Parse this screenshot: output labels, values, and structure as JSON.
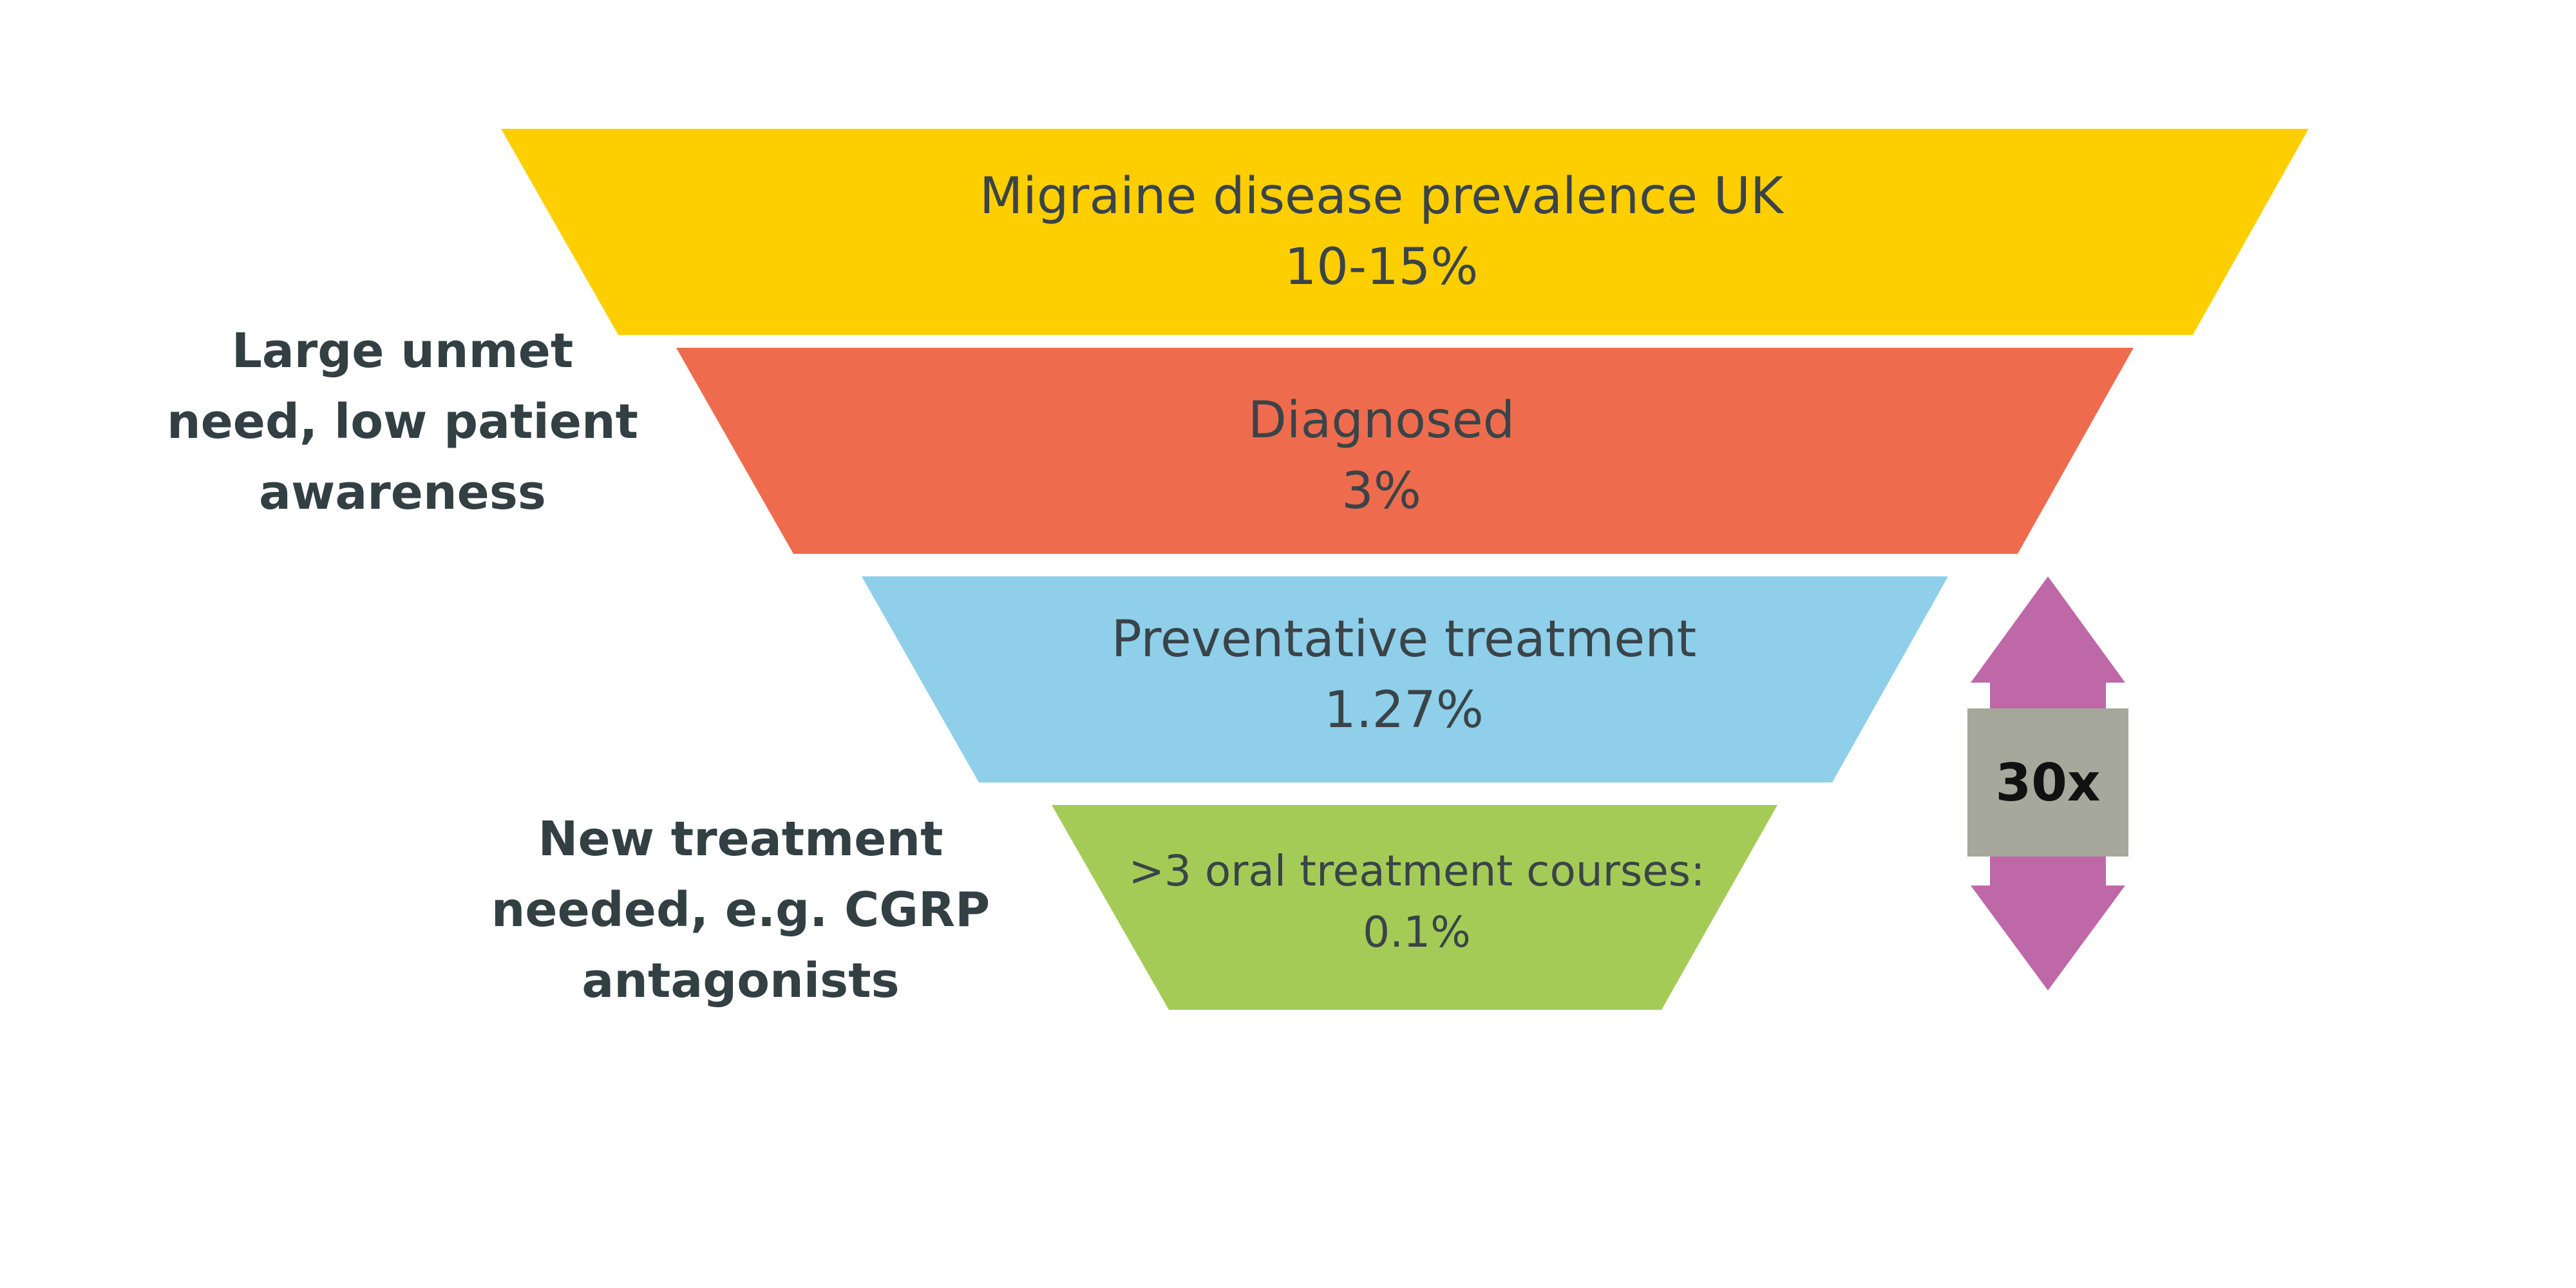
{
  "funnel": {
    "tiers": [
      {
        "title": "Migraine disease prevalence UK",
        "value": "10-15%",
        "color": "#FDCF00"
      },
      {
        "title": "Diagnosed",
        "value": "3%",
        "color": "#EE6C4D"
      },
      {
        "title": "Preventative treatment",
        "value": "1.27%",
        "color": "#8FCFEA"
      },
      {
        "title": ">3 oral treatment courses:",
        "value": "0.1%",
        "color": "#A5CB57"
      }
    ]
  },
  "side_labels": {
    "unmet_need": [
      "Large unmet",
      "need, low patient",
      "awareness"
    ],
    "new_treatment": [
      "New treatment",
      "needed, e.g. CGRP",
      "antagonists"
    ]
  },
  "multiplier": {
    "label": "30x",
    "arrow_color": "#BF68A8",
    "box_color": "#A5A89A"
  }
}
